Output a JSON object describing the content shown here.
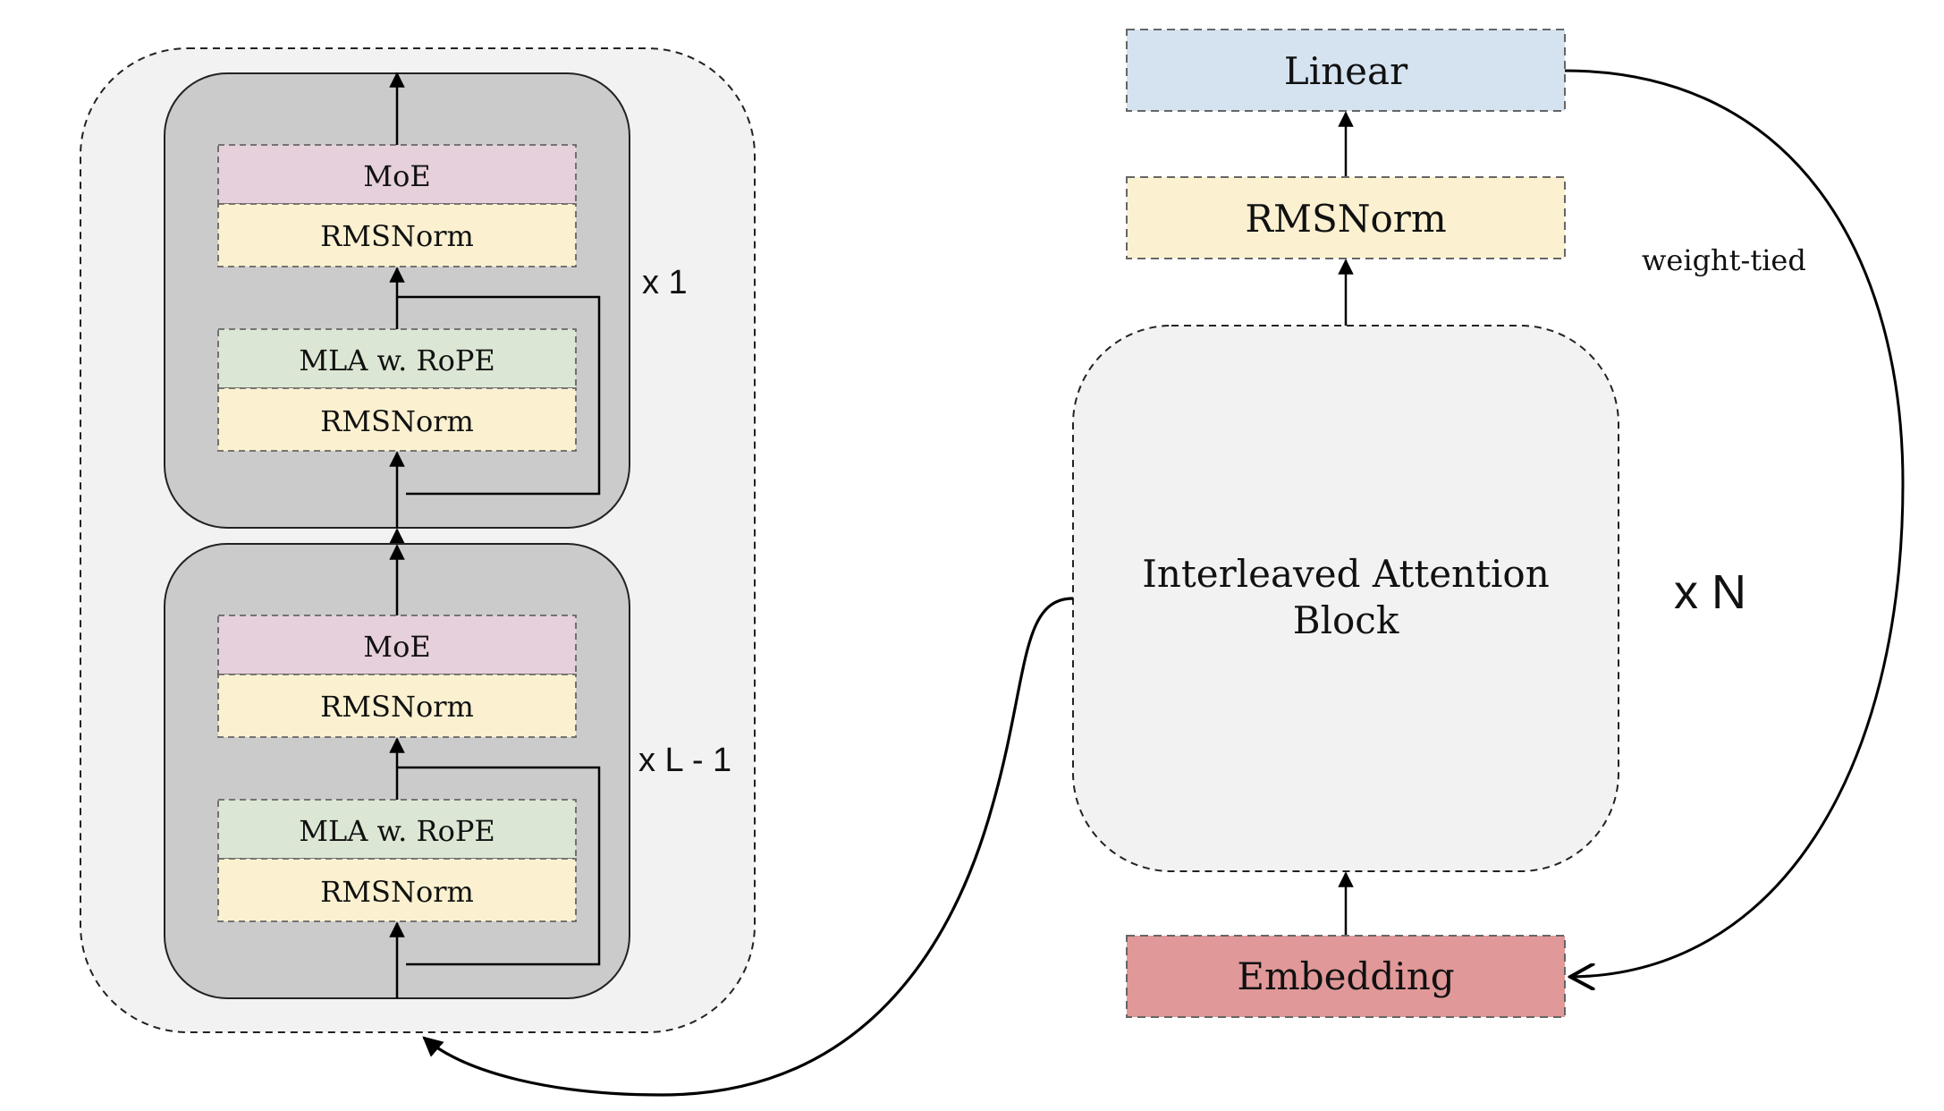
{
  "colors": {
    "outer_panel": "#f2f2f2",
    "inner_panel": "#cbcbcb",
    "moe": "#e6d0db",
    "rmsnorm": "#fbf1d0",
    "mla": "#dbe7d4",
    "linear": "#d5e3f1",
    "embedding": "#e09898",
    "big_block": "#f2f2f2"
  },
  "left": {
    "top_block": {
      "moe_label": "MoE",
      "norm2_label": "RMSNorm",
      "mla_label": "MLA w. RoPE",
      "norm1_label": "RMSNorm",
      "repeat_label": "x 1"
    },
    "bottom_block": {
      "moe_label": "MoE",
      "norm2_label": "RMSNorm",
      "mla_label": "MLA w. RoPE",
      "norm1_label": "RMSNorm",
      "repeat_label": "x L - 1"
    }
  },
  "right": {
    "linear_label": "Linear",
    "rmsnorm_label": "RMSNorm",
    "block_label_line1": "Interleaved Attention",
    "block_label_line2": "Block",
    "repeat_label": "x N",
    "embedding_label": "Embedding",
    "tied_label": "weight-tied"
  }
}
